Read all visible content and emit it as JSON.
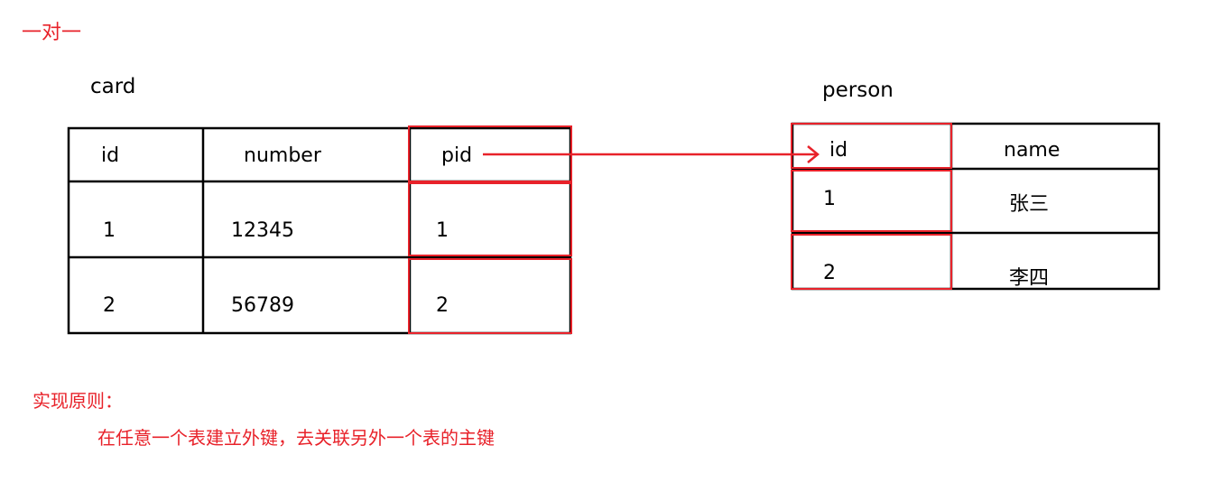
{
  "heading": "一对一",
  "accent_color": "#e8222a",
  "card_table": {
    "name": "card",
    "columns": [
      "id",
      "number",
      "pid"
    ],
    "rows": [
      [
        "1",
        "12345",
        "1"
      ],
      [
        "2",
        "56789",
        "2"
      ]
    ]
  },
  "person_table": {
    "name": "person",
    "columns": [
      "id",
      "name"
    ],
    "rows": [
      [
        "1",
        "张三"
      ],
      [
        "2",
        "李四"
      ]
    ]
  },
  "principle": {
    "title": "实现原则：",
    "text": "在任意一个表建立外键，去关联另外一个表的主键"
  }
}
